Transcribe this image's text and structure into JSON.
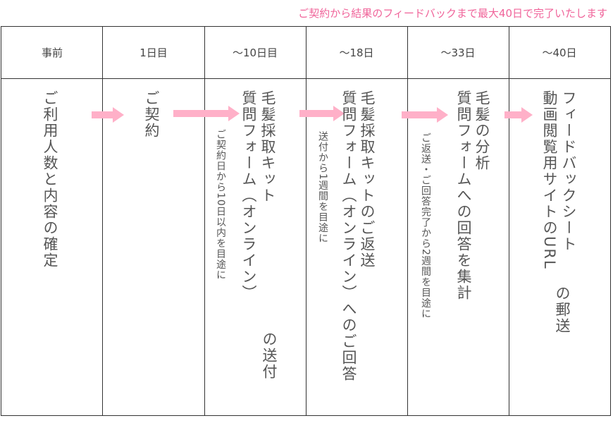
{
  "caption": "ご契約から結果のフィードバックまで最大40日で完了いたします",
  "headers": [
    "事前",
    "1日目",
    "～10日目",
    "～18日",
    "～33日",
    "～40日"
  ],
  "steps": [
    {
      "lines": [
        "ご利用人数と内容の確定"
      ]
    },
    {
      "lines": [
        "ご契約"
      ]
    },
    {
      "lines": [
        "毛髪採取キット",
        "質問フォーム（オンライン）"
      ],
      "tail": "の送付",
      "note": "ご契約日から10日以内を目途に"
    },
    {
      "lines": [
        "毛髪採取キットのご返送",
        "質問フォーム（オンライン）へのご回答"
      ],
      "note": "送付から1週間を目途に"
    },
    {
      "lines": [
        "毛髪の分析",
        "質問フォームへの回答を集計"
      ],
      "note": "ご返送・ご回答完了から2週間を目途に"
    },
    {
      "lines": [
        "フィードバックシート",
        "動画閲覧用サイトのURL"
      ],
      "tail": "の郵送"
    }
  ],
  "colors": {
    "arrow": "#ffb0c8",
    "caption": "#f0649a"
  }
}
